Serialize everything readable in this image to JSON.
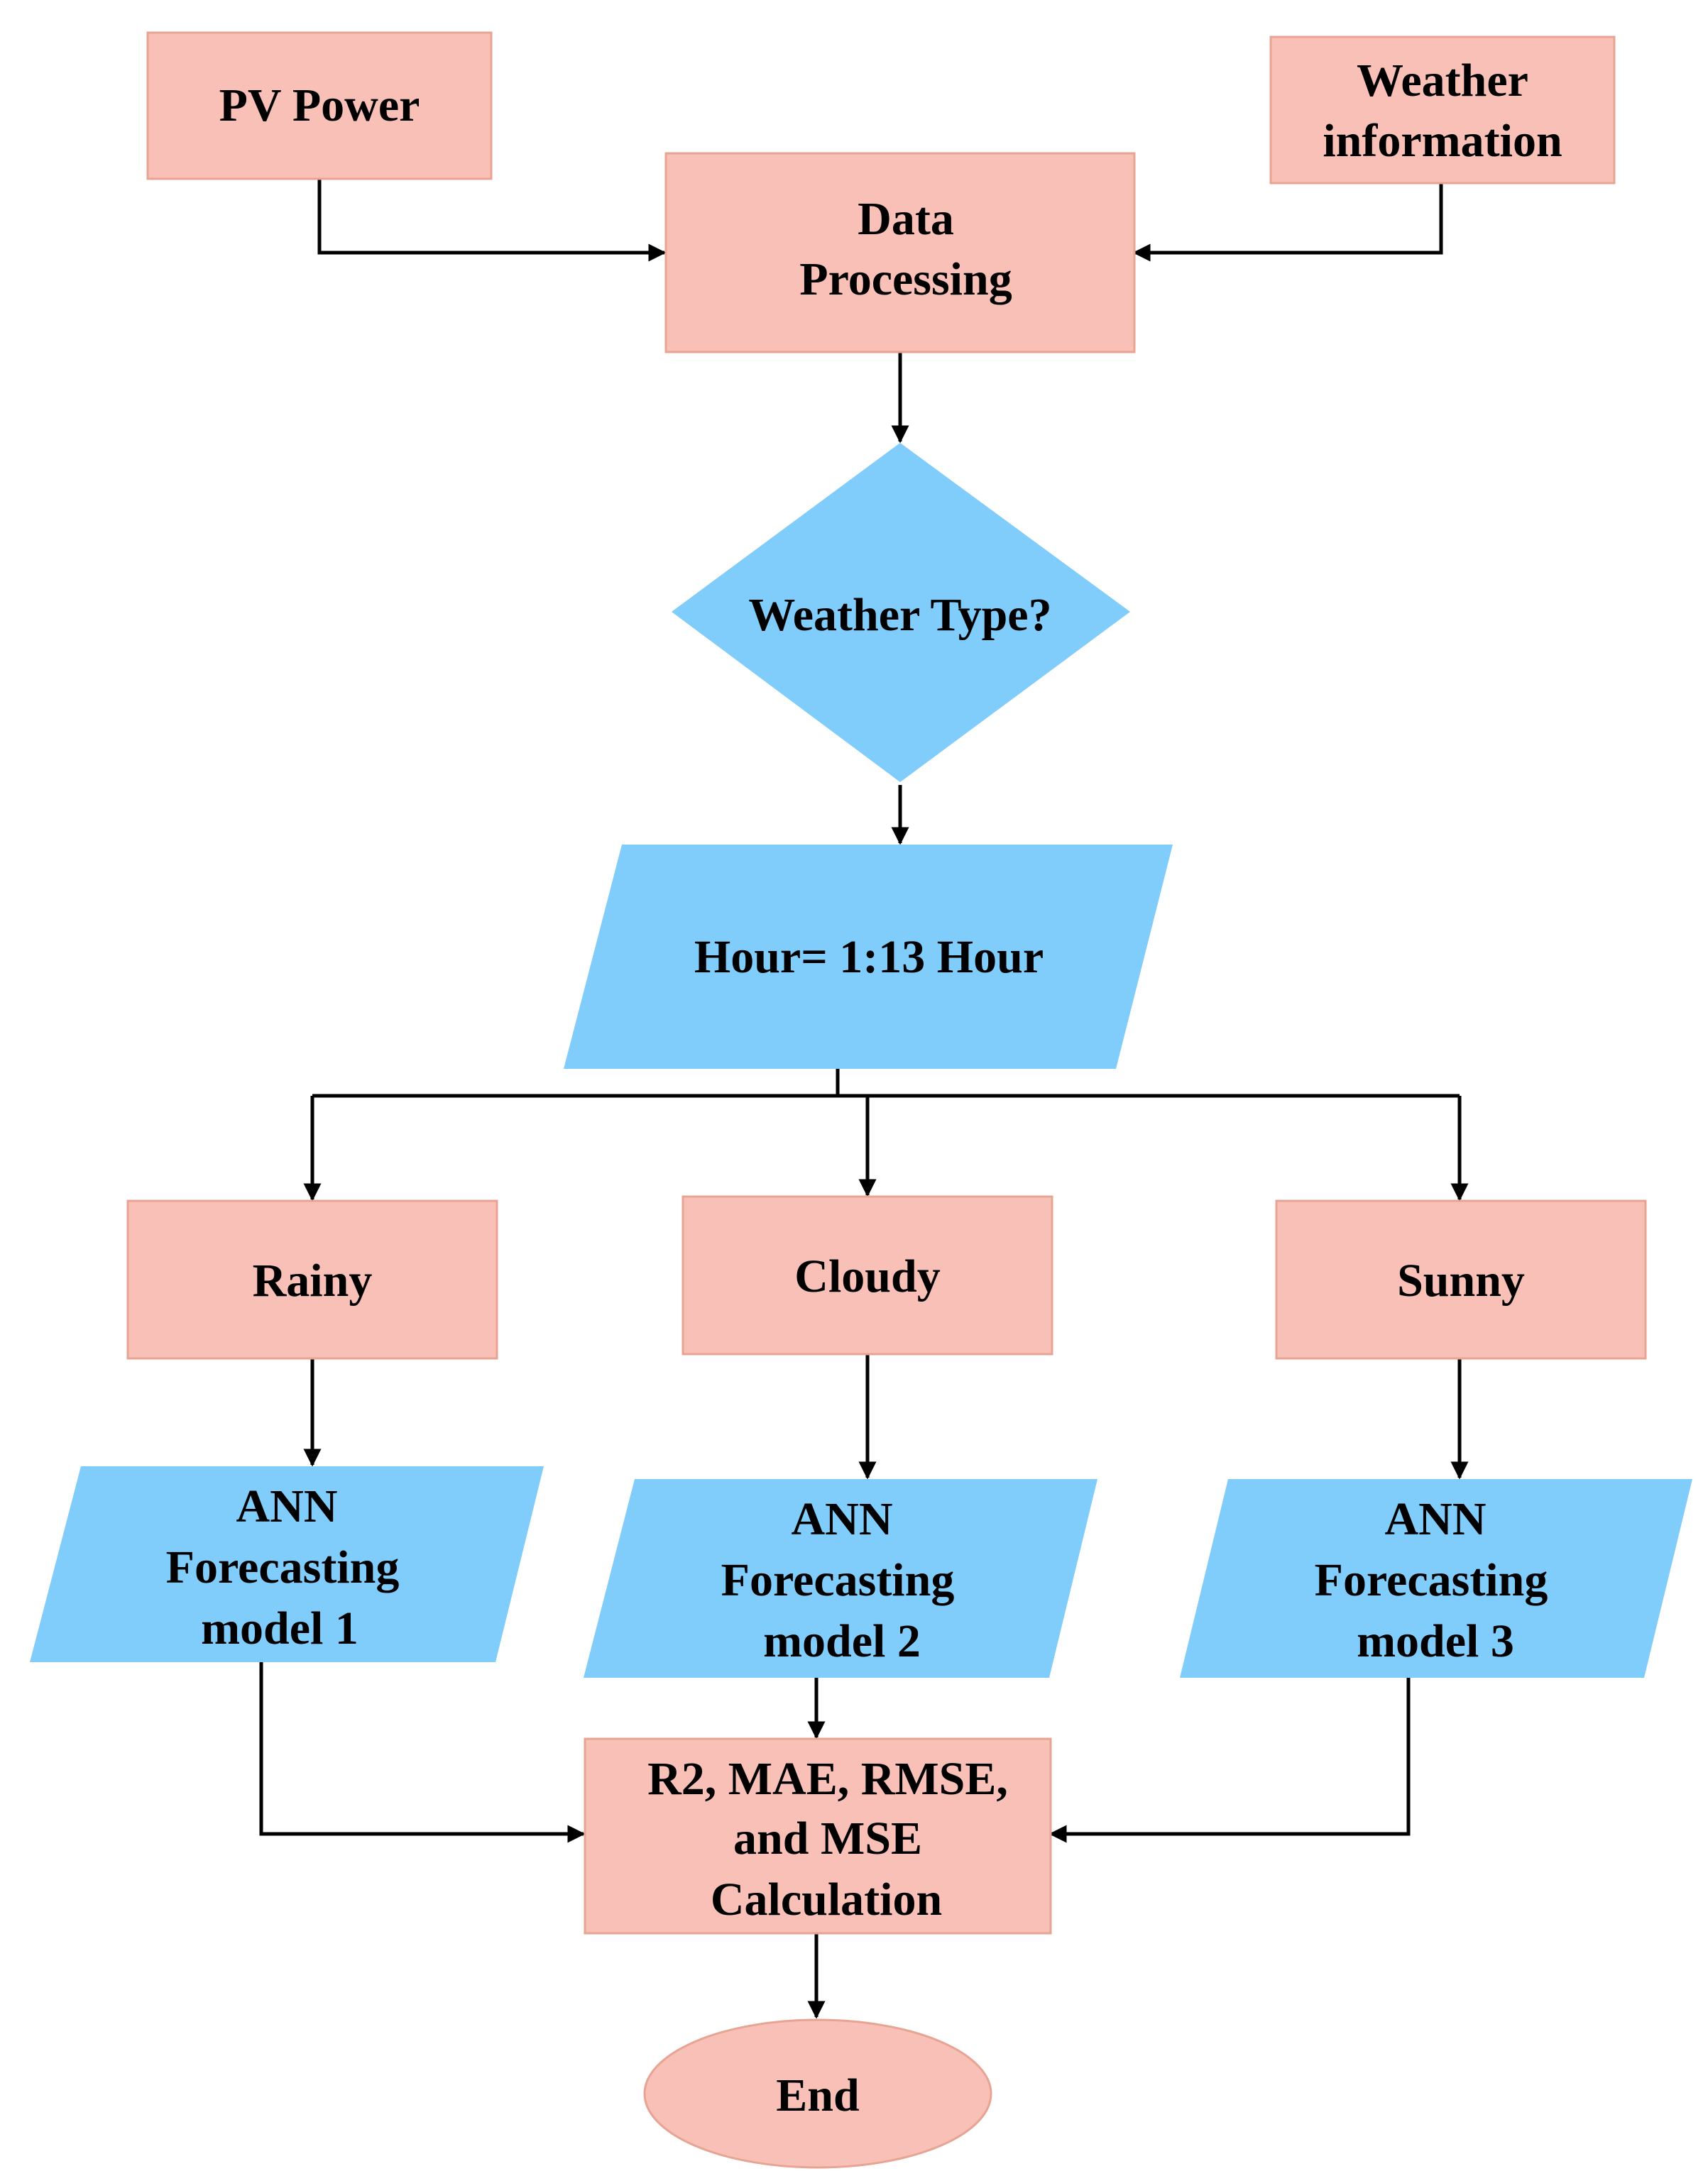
{
  "colors": {
    "process_fill": "#f8c0b6",
    "process_border": "#e7a493",
    "decision_fill": "#80ccfb",
    "connector": "#000000"
  },
  "nodes": {
    "pv_power": "PV Power",
    "weather_info": [
      "Weather",
      "information"
    ],
    "data_processing": [
      "Data",
      "Processing"
    ],
    "weather_type": "Weather Type?",
    "hour": "Hour= 1:13 Hour",
    "rainy": "Rainy",
    "cloudy": "Cloudy",
    "sunny": "Sunny",
    "ann1": [
      "ANN",
      "Forecasting",
      "model 1"
    ],
    "ann2": [
      "ANN",
      "Forecasting",
      "model 2"
    ],
    "ann3": [
      "ANN",
      "Forecasting",
      "model 3"
    ],
    "metrics": [
      "R2, MAE, RMSE,",
      "and MSE",
      "Calculation"
    ],
    "end": "End"
  }
}
